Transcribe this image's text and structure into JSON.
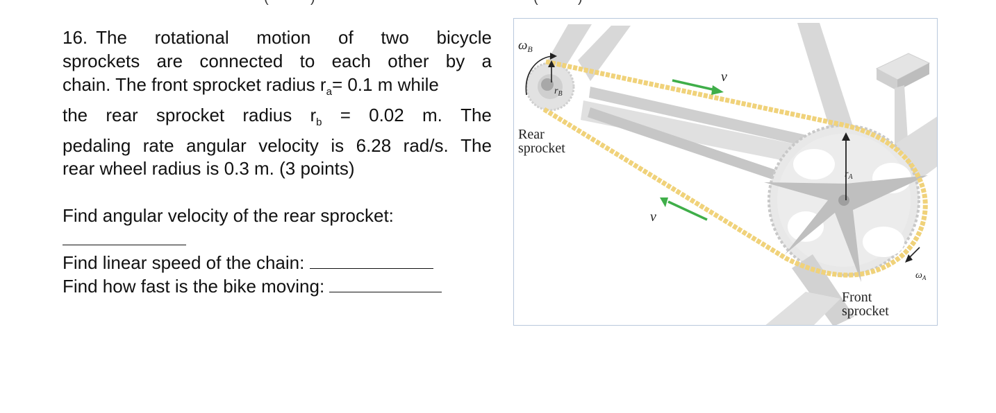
{
  "header_fragments": [
    "(",
    ")",
    "(",
    ")"
  ],
  "question": {
    "number": "16.",
    "prompt_lines": [
      "The rotational motion of two bicycle",
      "sprockets are connected to each other by a",
      "chain. The front sprocket radius r",
      "the rear sprocket radius r",
      "pedaling rate angular velocity is 6.28 rad/s. The",
      "rear wheel radius is 0.3 m. (3 points)"
    ],
    "ra_sub": "a",
    "ra_rest": "= 0.1 m while",
    "rb_sub": "b",
    "rb_rest": "= 0.02 m. The",
    "parts": [
      "Find angular velocity of the rear sprocket:",
      "Find linear speed of the chain:",
      "Find how fast is the bike moving:"
    ]
  },
  "figure": {
    "rear_label": [
      "Rear",
      "sprocket"
    ],
    "front_label": [
      "Front",
      "sprocket"
    ],
    "omega_b": "ω",
    "omega_b_sub": "B",
    "omega_a": "ω",
    "omega_a_sub": "A",
    "r_b": "r",
    "r_b_sub": "B",
    "r_a": "r",
    "r_a_sub": "A",
    "v_top": "v",
    "v_bottom": "v",
    "colors": {
      "chain": "#f0d27a",
      "frame": "#d4d4d4",
      "frame_dark": "#b8b8b8",
      "sprocket": "#e6e6e6",
      "arrow_green": "#3fae49"
    }
  }
}
